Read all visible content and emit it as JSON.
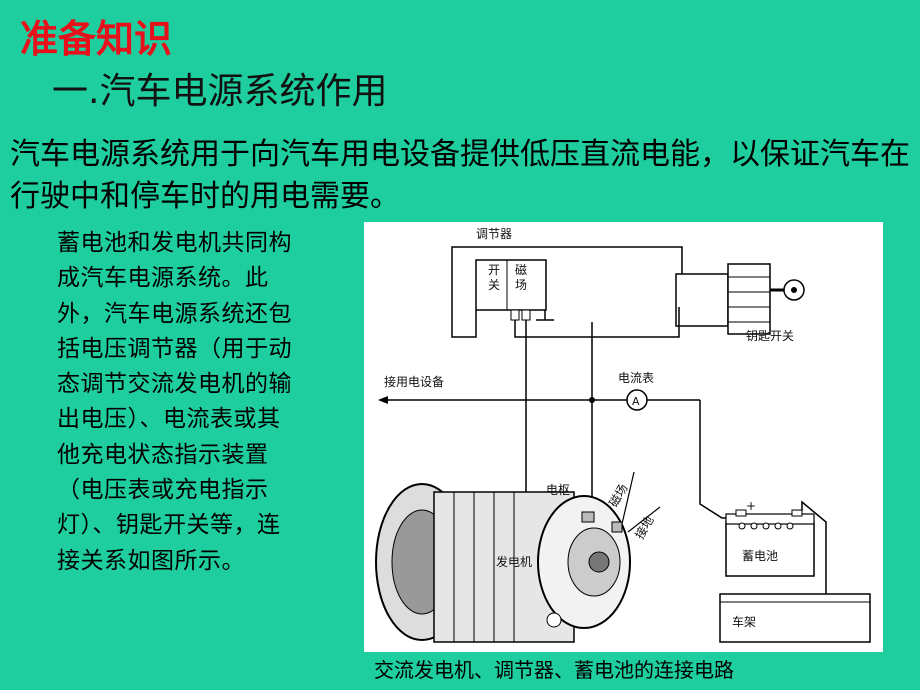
{
  "slide": {
    "title": "准备知识",
    "subtitle": "一.汽车电源系统作用",
    "intro": "汽车电源系统用于向汽车用电设备提供低压直流电能，以保证汽车在行驶中和停车时的用电需要。",
    "side_text": "蓄电池和发电机共同构成汽车电源系统。此外，汽车电源系统还包括电压调节器（用于动态调节交流发电机的输出电压）、电流表或其他充电状态指示装置（电压表或充电指示灯）、钥匙开关等，连接关系如图所示。",
    "caption": "交流发电机、调节器、蓄电池的连接电路"
  },
  "diagram": {
    "regulator": "调节器",
    "switch_label_1": "开",
    "switch_label_2": "关",
    "field_label_1": "磁",
    "field_label_2": "场",
    "key_switch": "钥匙开关",
    "ammeter": "电流表",
    "ammeter_symbol": "A",
    "to_loads": "接用电设备",
    "armature": "电枢",
    "field_terminal": "磁场",
    "ground_terminal": "接地",
    "generator": "发电机",
    "battery": "蓄电池",
    "plus": "+",
    "minus": "−",
    "frame": "车架"
  },
  "colors": {
    "background": "#1fce9e",
    "title": "#e8101a"
  }
}
